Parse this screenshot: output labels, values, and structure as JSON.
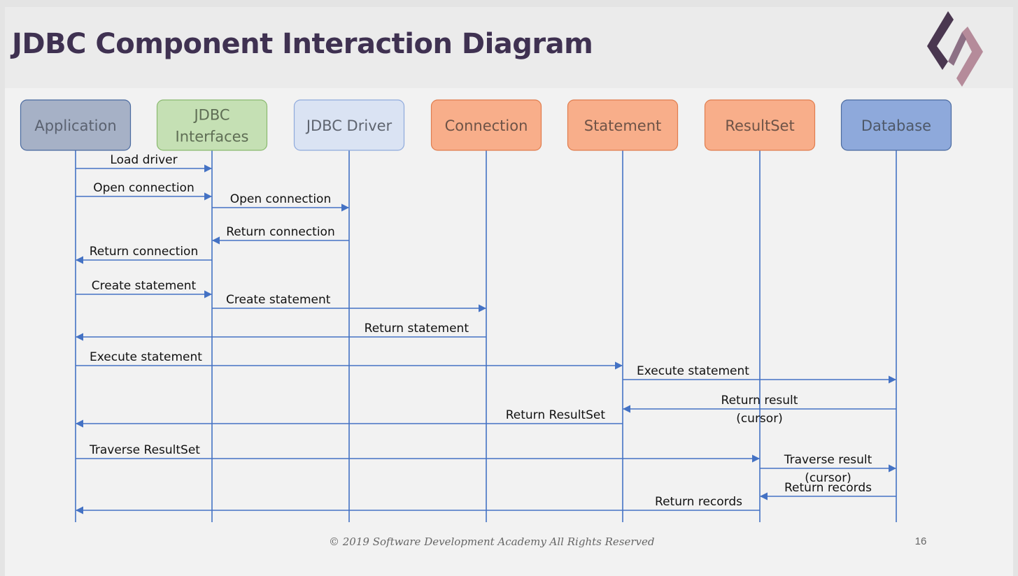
{
  "slide": {
    "title": "JDBC Component Interaction Diagram",
    "footer": "© 2019 Software Development Academy All Rights Reserved",
    "page_number": "16"
  },
  "colors": {
    "title": "#3f3151",
    "arrow": "#4472c4",
    "logo_dark": "#4a3750",
    "logo_light": "#b58b9a"
  },
  "actors": [
    {
      "id": "application",
      "lines": [
        "Application"
      ],
      "fill": "#a6b1c6",
      "stroke": "#4a6aa0",
      "text": "#5b6270"
    },
    {
      "id": "jdbc-interfaces",
      "lines": [
        "JDBC",
        "Interfaces"
      ],
      "fill": "#c5e0b4",
      "stroke": "#8ab96f",
      "text": "#5f6e55"
    },
    {
      "id": "jdbc-driver",
      "lines": [
        "JDBC Driver"
      ],
      "fill": "#dae3f3",
      "stroke": "#8faadc",
      "text": "#5f6570"
    },
    {
      "id": "connection",
      "lines": [
        "Connection"
      ],
      "fill": "#f8ae8a",
      "stroke": "#e07d4e",
      "text": "#6e5347"
    },
    {
      "id": "statement",
      "lines": [
        "Statement"
      ],
      "fill": "#f8ae8a",
      "stroke": "#e07d4e",
      "text": "#6e5347"
    },
    {
      "id": "resultset",
      "lines": [
        "ResultSet"
      ],
      "fill": "#f8ae8a",
      "stroke": "#e07d4e",
      "text": "#6e5347"
    },
    {
      "id": "database",
      "lines": [
        "Database"
      ],
      "fill": "#8ea9db",
      "stroke": "#4a6aa0",
      "text": "#4e5868"
    }
  ],
  "messages": [
    {
      "from": "application",
      "to": "jdbc-interfaces",
      "lines": [
        "Load driver"
      ]
    },
    {
      "from": "application",
      "to": "jdbc-interfaces",
      "lines": [
        "Open connection"
      ]
    },
    {
      "from": "jdbc-interfaces",
      "to": "jdbc-driver",
      "lines": [
        "Open connection"
      ]
    },
    {
      "from": "jdbc-driver",
      "to": "jdbc-interfaces",
      "lines": [
        "Return connection"
      ]
    },
    {
      "from": "jdbc-interfaces",
      "to": "application",
      "lines": [
        "Return connection"
      ]
    },
    {
      "from": "application",
      "to": "jdbc-interfaces",
      "lines": [
        "Create statement"
      ]
    },
    {
      "from": "jdbc-interfaces",
      "to": "connection",
      "lines": [
        "Create statement"
      ]
    },
    {
      "from": "connection",
      "to": "application",
      "lines": [
        "Return statement"
      ]
    },
    {
      "from": "application",
      "to": "statement",
      "lines": [
        "Execute statement"
      ]
    },
    {
      "from": "statement",
      "to": "database",
      "lines": [
        "Execute statement"
      ]
    },
    {
      "from": "database",
      "to": "statement",
      "lines": [
        "Return result",
        "(cursor)"
      ]
    },
    {
      "from": "statement",
      "to": "application",
      "lines": [
        "Return ResultSet"
      ]
    },
    {
      "from": "application",
      "to": "resultset",
      "lines": [
        "Traverse ResultSet"
      ]
    },
    {
      "from": "resultset",
      "to": "database",
      "lines": [
        "Traverse result",
        "(cursor)"
      ]
    },
    {
      "from": "database",
      "to": "resultset",
      "lines": [
        "Return records"
      ]
    },
    {
      "from": "resultset",
      "to": "application",
      "lines": [
        "Return records"
      ]
    }
  ]
}
